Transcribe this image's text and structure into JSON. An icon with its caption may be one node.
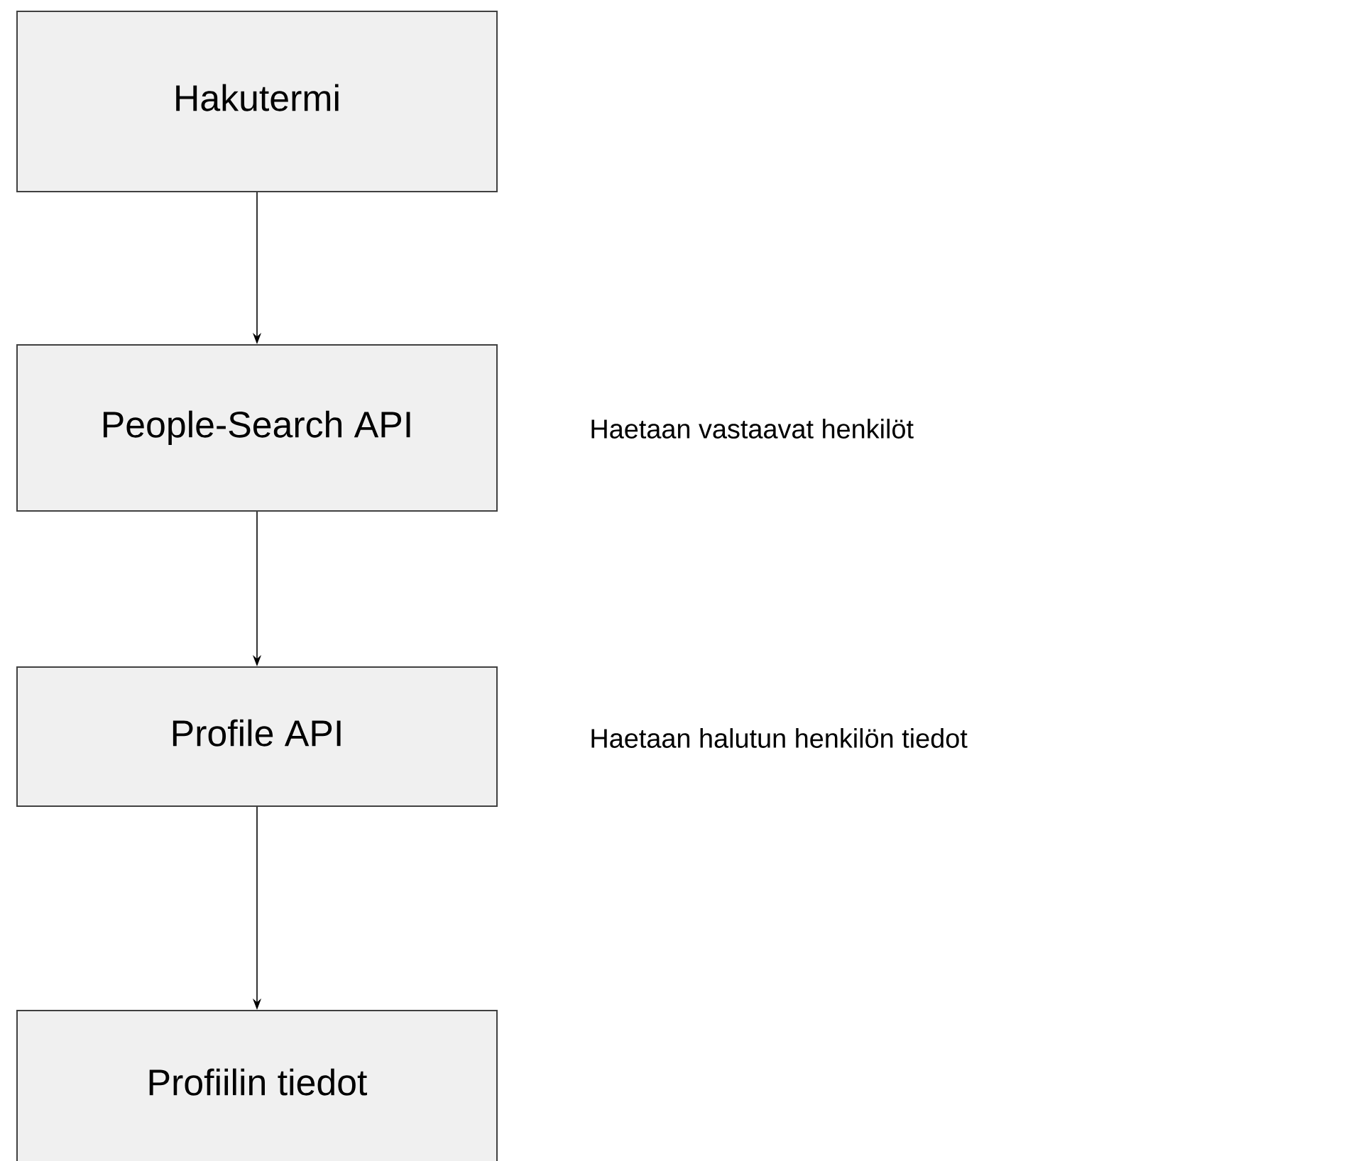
{
  "diagram": {
    "nodes": [
      {
        "text": [
          "Hakutermi"
        ]
      },
      {
        "text": [
          "People-Search API"
        ],
        "beside": [
          "Haetaan vastaavat henkilöt"
        ]
      },
      {
        "text": [
          "Profile API"
        ],
        "beside": [
          "Haetaan halutun henkilön tiedot"
        ]
      },
      {
        "text": [
          "Profiilin tiedot"
        ]
      }
    ],
    "edges": [
      {
        "from": 0,
        "to": 1,
        "arrow": "to"
      },
      {
        "from": 1,
        "to": 2,
        "arrow": "to"
      },
      {
        "from": 2,
        "to": 3,
        "arrow": "to"
      }
    ]
  }
}
